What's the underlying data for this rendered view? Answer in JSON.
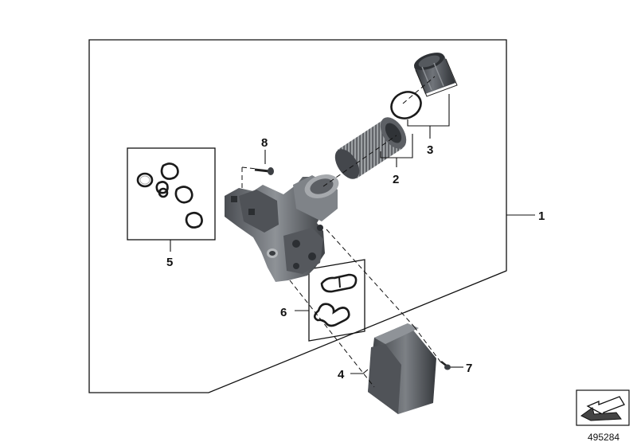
{
  "callouts": {
    "c1": "1",
    "c2": "2",
    "c3": "3",
    "c4": "4",
    "c5": "5",
    "c6": "6",
    "c7": "7",
    "c8": "8"
  },
  "reference_number": "495284",
  "colors": {
    "line": "#111111",
    "part_dark": "#3f4246",
    "part_mid": "#6b6f74",
    "part_light": "#a3a7ab",
    "seal": "#1a1a1a"
  },
  "icons": {
    "view_direction": "view-direction-arrow-icon"
  }
}
